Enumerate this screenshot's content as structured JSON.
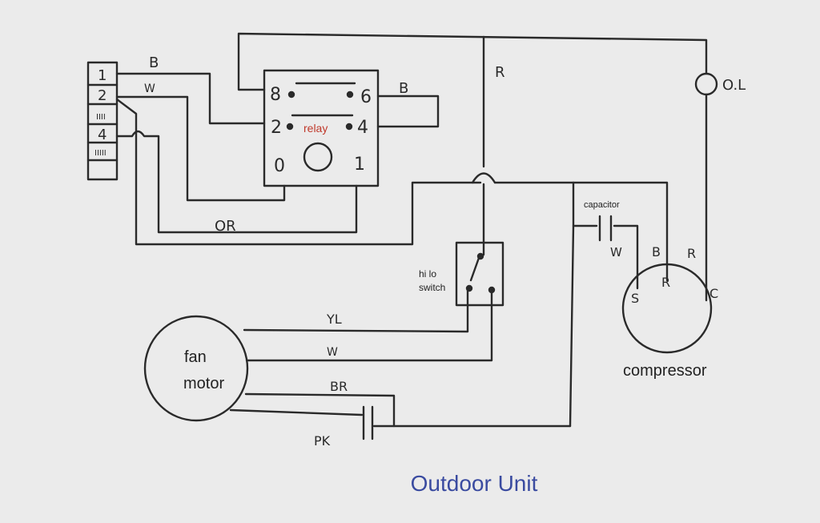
{
  "title": "Outdoor Unit",
  "colors": {
    "background": "#ebebeb",
    "ink": "#2a2a2a",
    "title": "#3a4ba0",
    "relay_label": "#c0392b"
  },
  "terminal_block": {
    "labels": [
      "1",
      "2",
      "IIII",
      "4",
      "IIIII",
      ""
    ]
  },
  "relay": {
    "label": "relay",
    "terminals": [
      "8",
      "6",
      "2",
      "4",
      "0",
      "1"
    ]
  },
  "wires": {
    "B_top": "B",
    "W_top": "W",
    "B_relay": "B",
    "R_main": "R",
    "OR": "OR",
    "YL": "YL",
    "W_fan": "W",
    "BR": "BR",
    "PK": "PK",
    "W_cap": "W",
    "B_comp": "B",
    "R_comp": "R"
  },
  "overload": {
    "label": "O.L"
  },
  "capacitor": {
    "label": "capacitor"
  },
  "switch": {
    "label_line1": "hi lo",
    "label_line2": "switch"
  },
  "fan_motor": {
    "line1": "fan",
    "line2": "motor"
  },
  "compressor": {
    "label": "compressor",
    "terminals": {
      "S": "S",
      "R": "R",
      "C": "C"
    }
  }
}
